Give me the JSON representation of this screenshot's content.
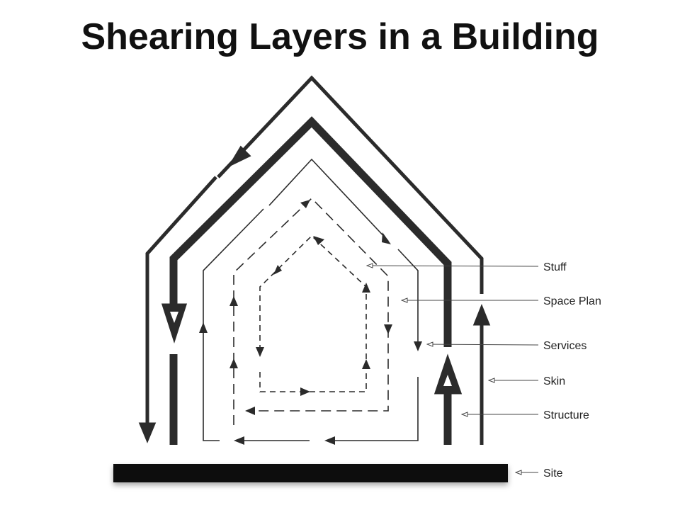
{
  "title": "Shearing Layers in a Building",
  "colors": {
    "ink": "#2b2b2b",
    "title": "#111111",
    "background": "#ffffff"
  },
  "layers": [
    {
      "id": "stuff",
      "label": "Stuff"
    },
    {
      "id": "space_plan",
      "label": "Space Plan"
    },
    {
      "id": "services",
      "label": "Services"
    },
    {
      "id": "skin",
      "label": "Skin"
    },
    {
      "id": "structure",
      "label": "Structure"
    },
    {
      "id": "site",
      "label": "Site"
    }
  ]
}
